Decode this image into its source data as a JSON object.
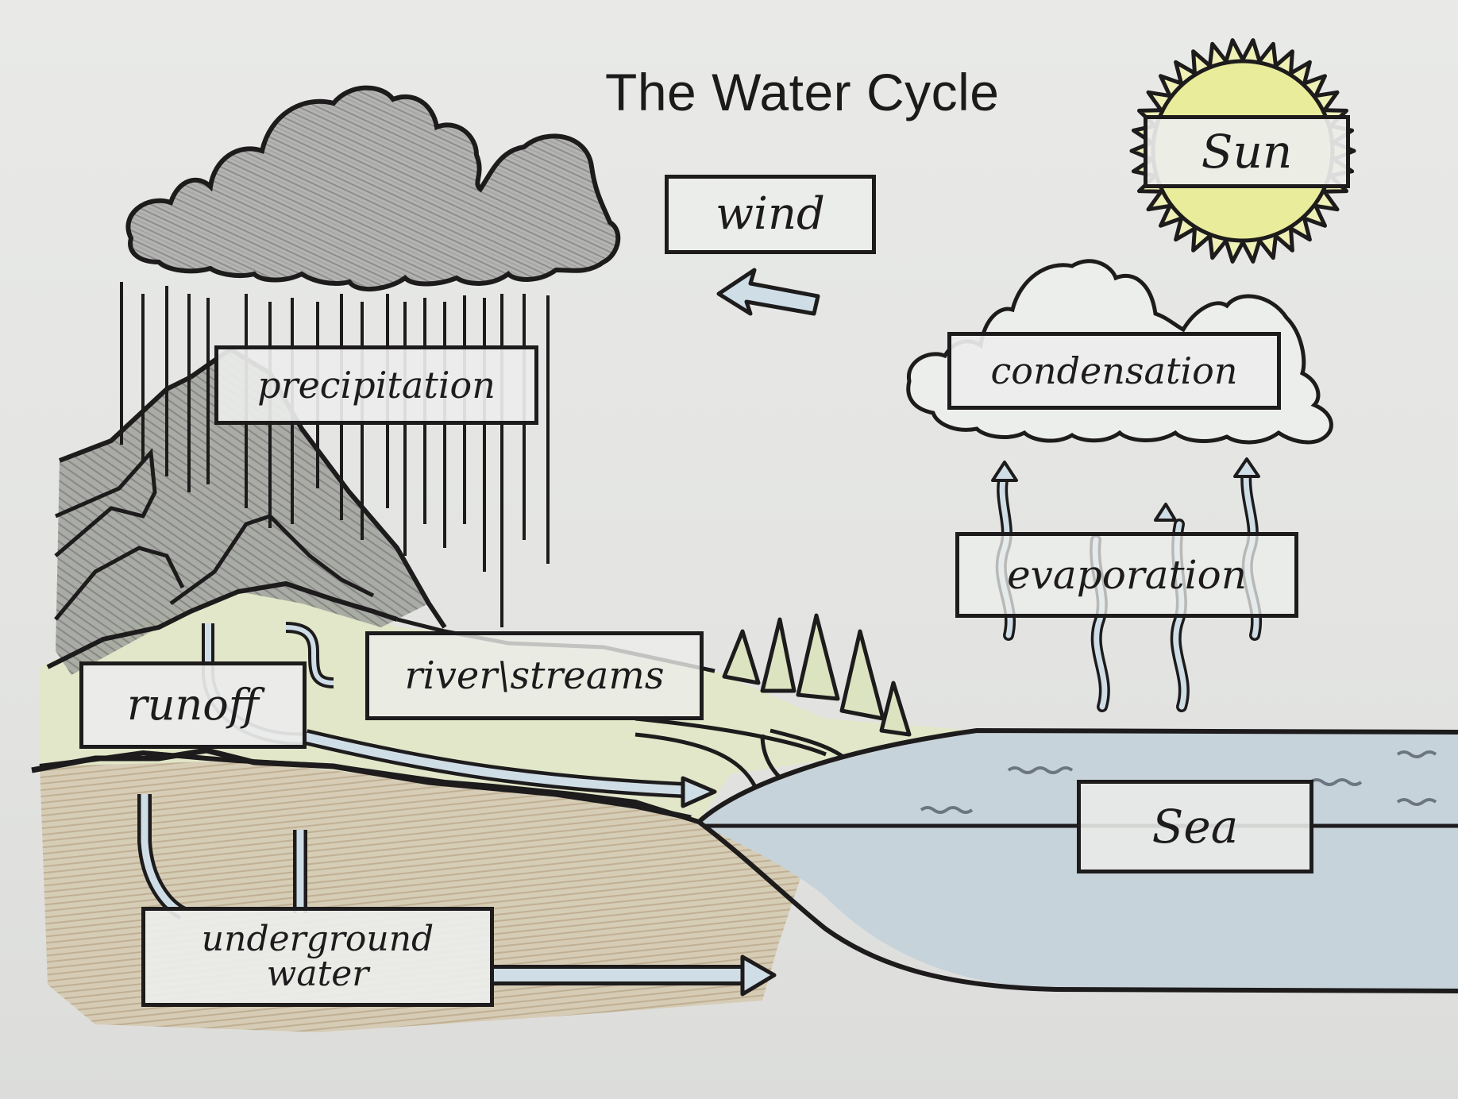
{
  "worksheet": {
    "title": "The Water Cycle",
    "labels": {
      "sun": "Sun",
      "wind": "wind",
      "precipitation": "precipitation",
      "condensation": "condensation",
      "evaporation": "evaporation",
      "runoff": "runoff",
      "river_streams": "river\\streams",
      "sea": "Sea",
      "underground_water": "underground water"
    },
    "colors": {
      "paper": "#e6e7e5",
      "ink": "#1d1b1c",
      "sun_fill": "#e9ec9a",
      "rain_cloud": "#a9aaa8",
      "mountain": "#8f918d",
      "grass": "#dfe6c2",
      "soil": "#c9b99a",
      "water": "#c9d6de",
      "arrow_fill": "#cfdde6"
    }
  }
}
